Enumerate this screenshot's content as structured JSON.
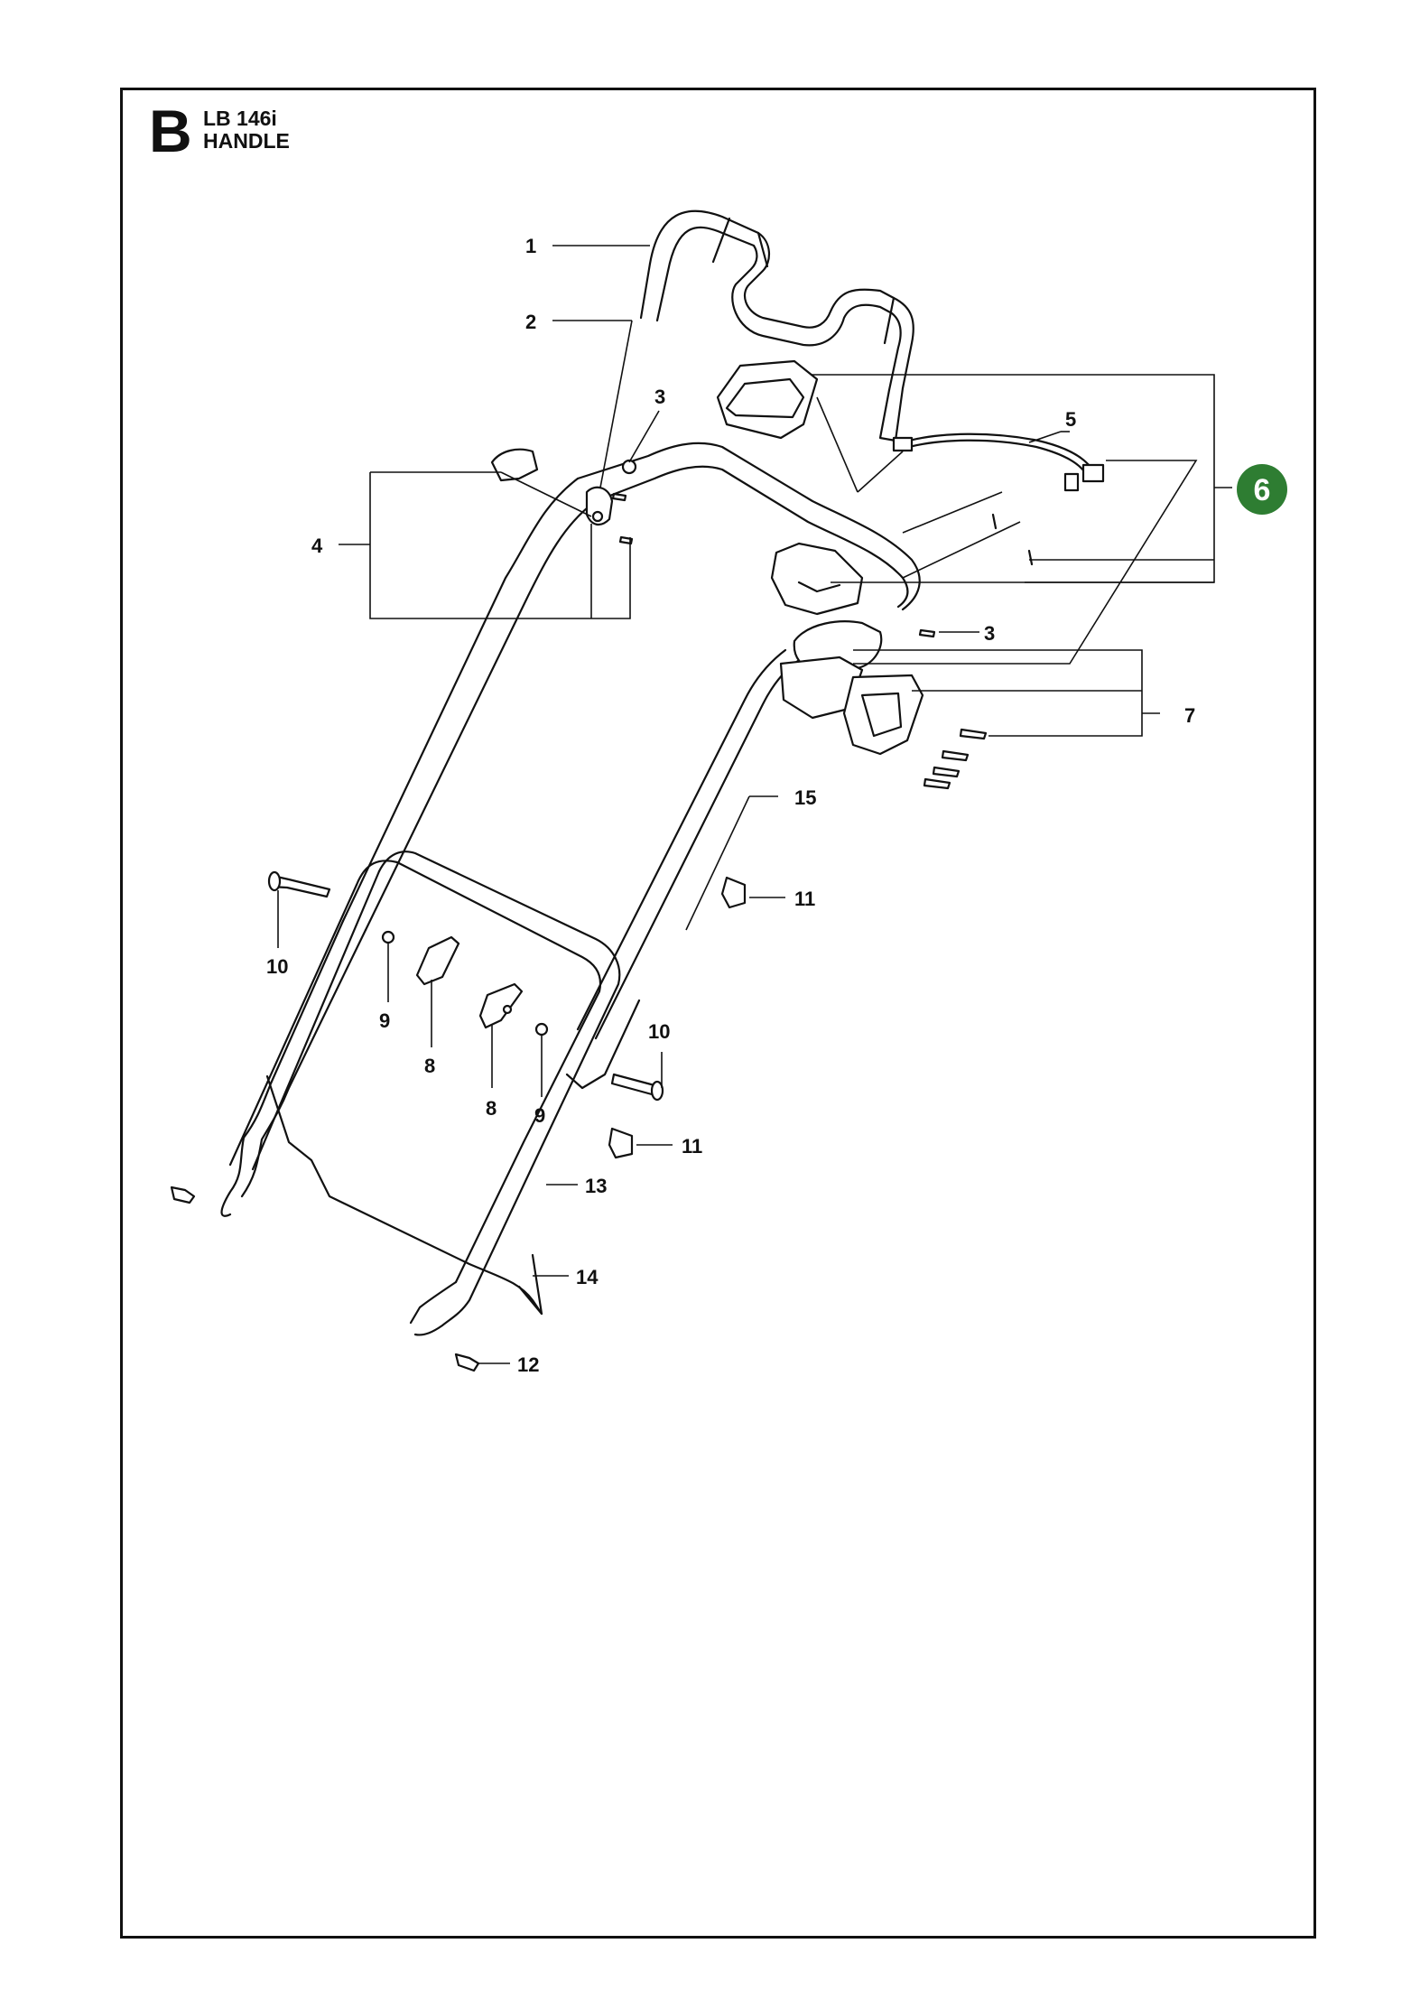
{
  "header": {
    "section_letter": "B",
    "model": "LB 146i",
    "title": "HANDLE"
  },
  "colors": {
    "badge": "#2e7d32",
    "ink": "#111111"
  },
  "callouts": [
    {
      "id": "c1",
      "label": "1"
    },
    {
      "id": "c2",
      "label": "2"
    },
    {
      "id": "c3a",
      "label": "3"
    },
    {
      "id": "c3b",
      "label": "3"
    },
    {
      "id": "c4",
      "label": "4"
    },
    {
      "id": "c5",
      "label": "5"
    },
    {
      "id": "c7",
      "label": "7"
    },
    {
      "id": "c8a",
      "label": "8"
    },
    {
      "id": "c8b",
      "label": "8"
    },
    {
      "id": "c9a",
      "label": "9"
    },
    {
      "id": "c9b",
      "label": "9"
    },
    {
      "id": "c10a",
      "label": "10"
    },
    {
      "id": "c10b",
      "label": "10"
    },
    {
      "id": "c11a",
      "label": "11"
    },
    {
      "id": "c11b",
      "label": "11"
    },
    {
      "id": "c12",
      "label": "12"
    },
    {
      "id": "c13",
      "label": "13"
    },
    {
      "id": "c14",
      "label": "14"
    },
    {
      "id": "c15",
      "label": "15"
    }
  ],
  "badge": {
    "label": "6"
  }
}
